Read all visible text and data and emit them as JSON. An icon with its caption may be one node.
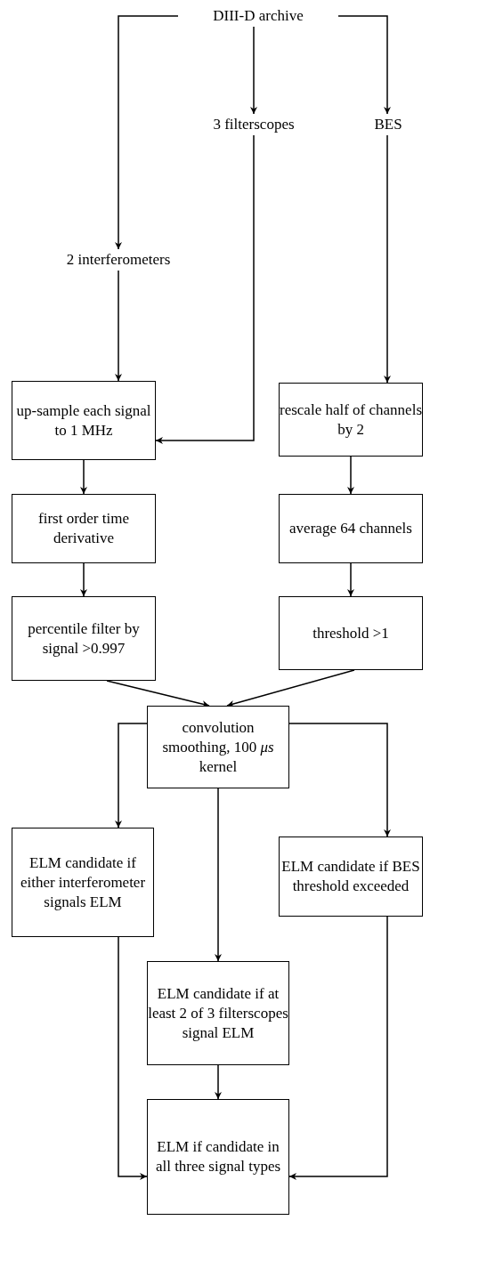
{
  "diagram": {
    "nodes": [
      {
        "text": [
          "DIII-D archive"
        ]
      },
      {
        "text": [
          "3 filterscopes"
        ]
      },
      {
        "text": [
          "BES"
        ]
      },
      {
        "text": [
          "2 interferometers"
        ]
      },
      {
        "text": [
          "up-sample each signal to 1 MHz"
        ]
      },
      {
        "text": [
          "rescale half of channels by 2"
        ]
      },
      {
        "text": [
          "first order time derivative"
        ]
      },
      {
        "text": [
          "average 64 channels"
        ]
      },
      {
        "text": [
          "percentile filter by signal >0.997"
        ]
      },
      {
        "text": [
          "threshold >1"
        ]
      },
      {
        "text": [
          "convolution smoothing, 100 *μs* kernel"
        ]
      },
      {
        "text": [
          "ELM candidate if either interferometer signals ELM"
        ]
      },
      {
        "text": [
          "ELM candidate if BES threshold exceeded"
        ]
      },
      {
        "text": [
          "ELM candidate if at least 2 of 3 filterscopes signal ELM"
        ]
      },
      {
        "text": [
          "ELM if candidate in all three signal types"
        ]
      }
    ],
    "edges": [
      {
        "from": 0,
        "to": 3,
        "arrow": "to"
      },
      {
        "from": 0,
        "to": 1,
        "arrow": "to"
      },
      {
        "from": 0,
        "to": 2,
        "arrow": "to"
      },
      {
        "from": 3,
        "to": 4,
        "arrow": "to"
      },
      {
        "from": 1,
        "to": 4,
        "arrow": "to"
      },
      {
        "from": 2,
        "to": 5,
        "arrow": "to"
      },
      {
        "from": 4,
        "to": 6,
        "arrow": "to"
      },
      {
        "from": 5,
        "to": 7,
        "arrow": "to"
      },
      {
        "from": 6,
        "to": 8,
        "arrow": "to"
      },
      {
        "from": 7,
        "to": 9,
        "arrow": "to"
      },
      {
        "from": 8,
        "to": 10,
        "arrow": "to"
      },
      {
        "from": 9,
        "to": 10,
        "arrow": "to"
      },
      {
        "from": 10,
        "to": 11,
        "arrow": "to"
      },
      {
        "from": 10,
        "to": 12,
        "arrow": "to"
      },
      {
        "from": 10,
        "to": 13,
        "arrow": "to"
      },
      {
        "from": 11,
        "to": 14,
        "arrow": "to"
      },
      {
        "from": 12,
        "to": 14,
        "arrow": "to"
      },
      {
        "from": 13,
        "to": 14,
        "arrow": "to"
      }
    ]
  }
}
